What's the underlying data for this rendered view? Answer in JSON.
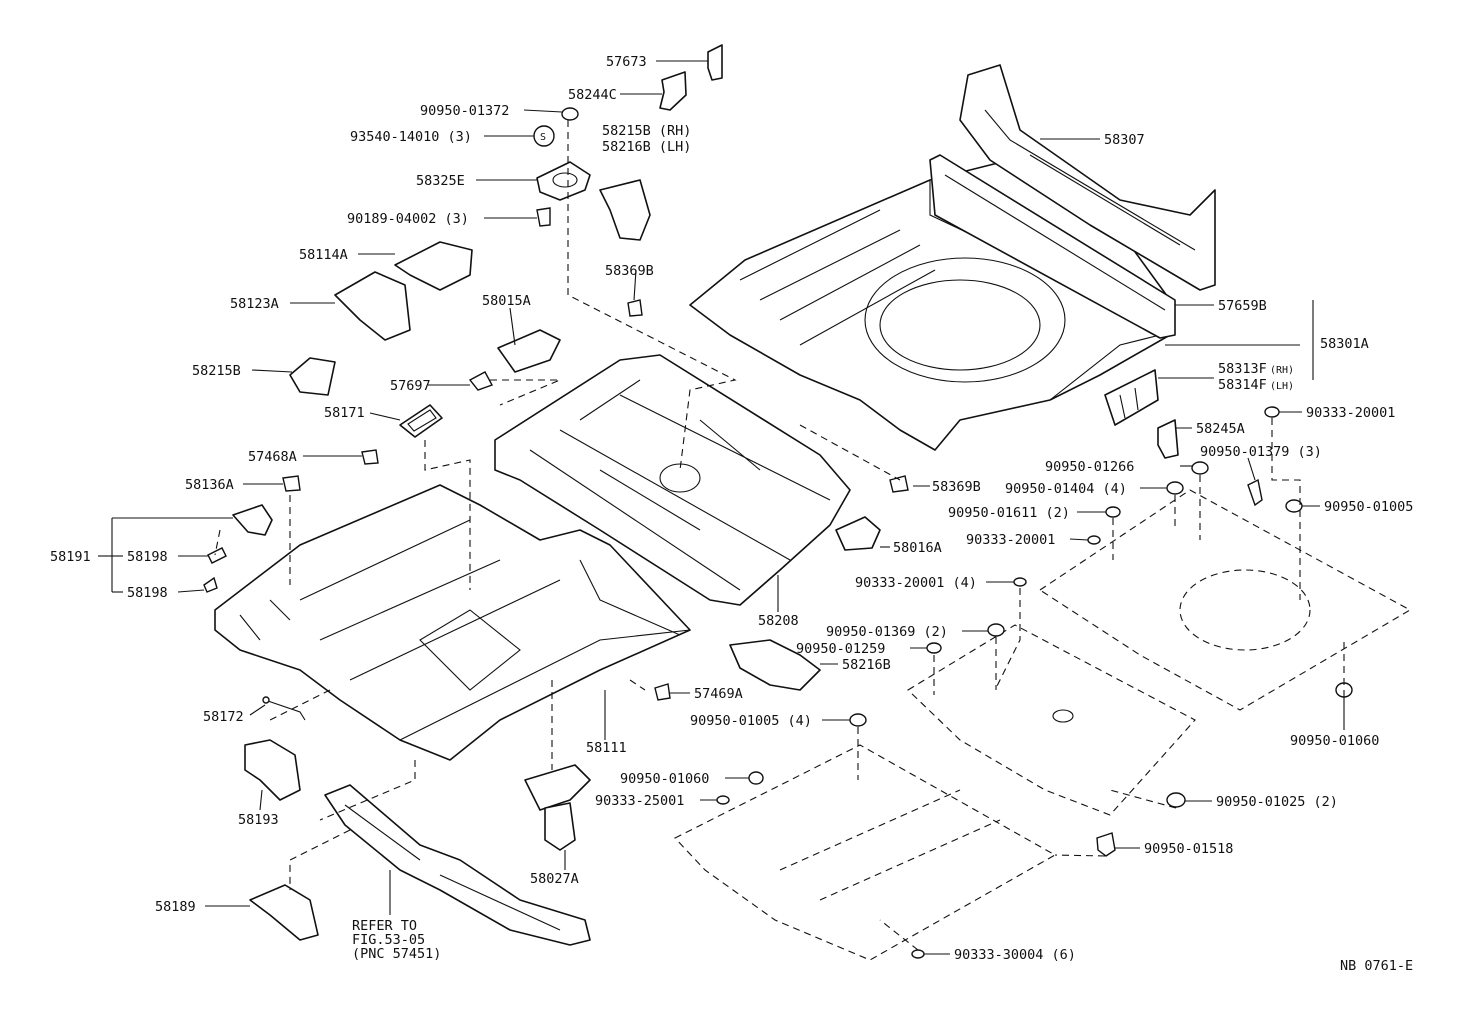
{
  "diagram_id": "NB 0761-E",
  "labels": {
    "p57673": "57673",
    "p58244c": "58244C",
    "p90950_01372": "90950-01372",
    "p93540_14010": "93540-14010 (3)",
    "s_mark": "S",
    "p58215b_rh": "58215B (RH)",
    "p58216b_lh": "58216B (LH)",
    "p58325e": "58325E",
    "p90189_04002": "90189-04002 (3)",
    "p58114a": "58114A",
    "p58123a": "58123A",
    "p58369b_top": "58369B",
    "p58015a": "58015A",
    "p58215b": "58215B",
    "p57697": "57697",
    "p58171": "58171",
    "p57468a": "57468A",
    "p58136a": "58136A",
    "p58191": "58191",
    "p58198_a": "58198",
    "p58198_b": "58198",
    "p58172": "58172",
    "p58193": "58193",
    "p58189": "58189",
    "refer1": "REFER TO",
    "refer2": "FIG.53-05",
    "refer3": "(PNC 57451)",
    "p58307": "58307",
    "p57659b": "57659B",
    "p58301a": "58301A",
    "p58313f": "58313F",
    "p58313f_side": "(RH)",
    "p58314f": "58314F",
    "p58314f_side": "(LH)",
    "p58245a": "58245A",
    "p90333_20001_a": "90333-20001",
    "p90950_01266": "90950-01266",
    "p90950_01379": "90950-01379 (3)",
    "p90950_01404": "90950-01404 (4)",
    "p90950_01005_r": "90950-01005",
    "p90950_01611": "90950-01611 (2)",
    "p90333_20001_b": "90333-20001",
    "p58369b_mid": "58369B",
    "p58016a": "58016A",
    "p58208": "58208",
    "p90333_20001_4": "90333-20001 (4)",
    "p90950_01369": "90950-01369 (2)",
    "p90950_01259": "90950-01259",
    "p58216b": "58216B",
    "p57469a": "57469A",
    "p58111": "58111",
    "p90950_01005_4": "90950-01005 (4)",
    "p90950_01060_l": "90950-01060",
    "p90333_25001": "90333-25001",
    "p58027a": "58027A",
    "p90950_01060_r": "90950-01060",
    "p90950_01025": "90950-01025 (2)",
    "p90950_01518": "90950-01518",
    "p90333_30004": "90333-30004 (6)"
  }
}
